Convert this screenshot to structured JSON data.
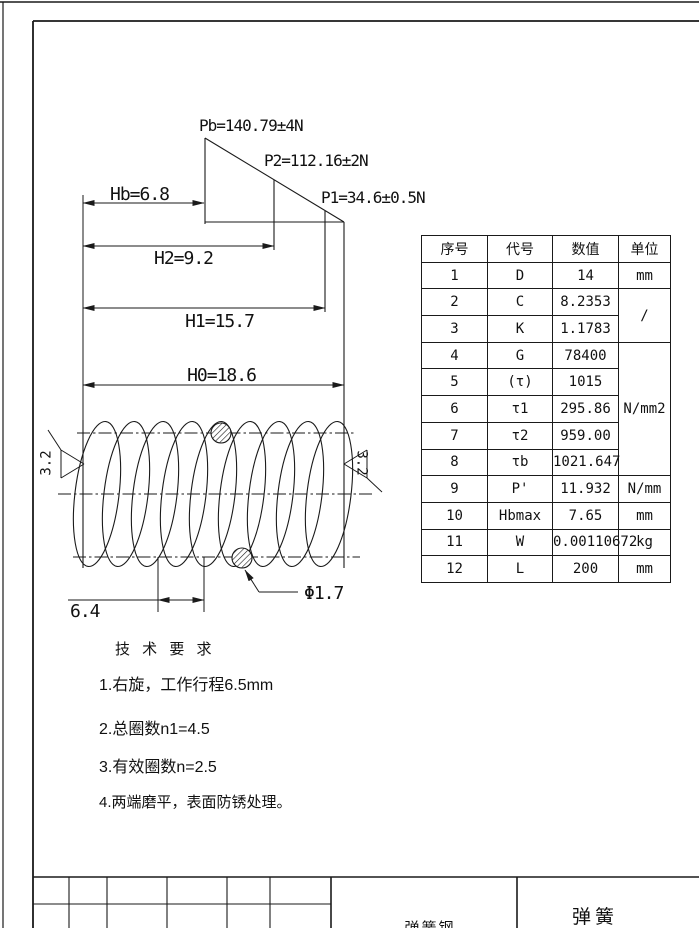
{
  "loads": {
    "pb": "Pb=140.79±4N",
    "p2": "P2=112.16±2N",
    "p1": "P1=34.6±0.5N"
  },
  "dimensions": {
    "hb": "Hb=6.8",
    "h2": "H2=9.2",
    "h1": "H1=15.7",
    "h0": "H0=18.6",
    "pitch": "6.4",
    "wire_dia": "Φ1.7",
    "roughness_left": "3.2",
    "roughness_right": "3.2"
  },
  "table": {
    "headers": [
      "序号",
      "代号",
      "数值",
      "单位"
    ],
    "rows": [
      {
        "no": "1",
        "code": "D",
        "value": "14"
      },
      {
        "no": "2",
        "code": "C",
        "value": "8.2353"
      },
      {
        "no": "3",
        "code": "K",
        "value": "1.1783"
      },
      {
        "no": "4",
        "code": "G",
        "value": "78400"
      },
      {
        "no": "5",
        "code": "(τ)",
        "value": "1015"
      },
      {
        "no": "6",
        "code": "τ1",
        "value": "295.86"
      },
      {
        "no": "7",
        "code": "τ2",
        "value": "959.00"
      },
      {
        "no": "8",
        "code": "τb",
        "value": "1021.647"
      },
      {
        "no": "9",
        "code": "P'",
        "value": "11.932"
      },
      {
        "no": "10",
        "code": "Hbmax",
        "value": "7.65"
      },
      {
        "no": "11",
        "code": "W",
        "value": "0.00110672"
      },
      {
        "no": "12",
        "code": "L",
        "value": "200"
      }
    ],
    "units": [
      {
        "label": "mm"
      },
      {
        "label": "/"
      },
      {
        "label": "N/mm2"
      },
      {
        "label": "N/mm"
      },
      {
        "label": "mm"
      },
      {
        "label": "kg"
      },
      {
        "label": "mm"
      }
    ]
  },
  "tech_requirements": {
    "title": "技 术 要 求",
    "items": [
      "1.右旋，工作行程6.5mm",
      "2.总圈数n1=4.5",
      "3.有效圈数n=2.5",
      "4.两端磨平，表面防锈处理。"
    ]
  },
  "title_block": {
    "part_name": "弹簧",
    "material": "弹簧钢"
  },
  "colors": {
    "line": "#1a1a1a",
    "background": "#ffffff"
  }
}
